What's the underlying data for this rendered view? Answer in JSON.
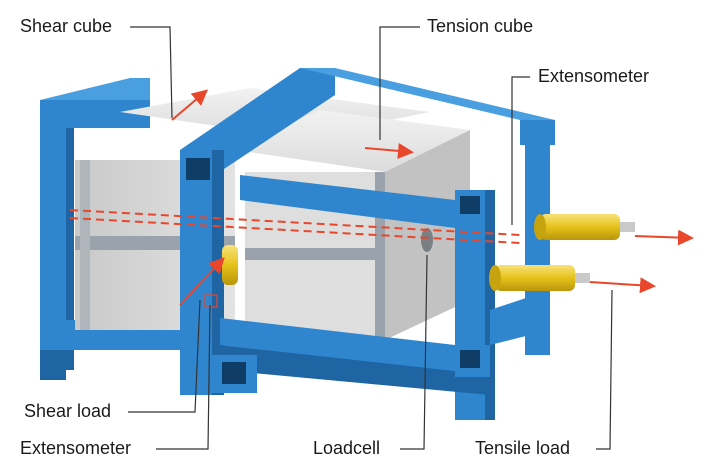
{
  "labels": {
    "shear_cube": "Shear cube",
    "tension_cube": "Tension cube",
    "extensometer_top": "Extensometer",
    "shear_load": "Shear load",
    "extensometer_bottom": "Extensometer",
    "loadcell": "Loadcell",
    "tensile_load": "Tensile load"
  },
  "colors": {
    "frame_blue": "#2f86cf",
    "frame_blue_dark": "#1f64a3",
    "frame_blue_light": "#4a9fe0",
    "cube_gray": "#d9d9d9",
    "arrow_red": "#e8472c",
    "actuator_yellow": "#e6c21a"
  }
}
